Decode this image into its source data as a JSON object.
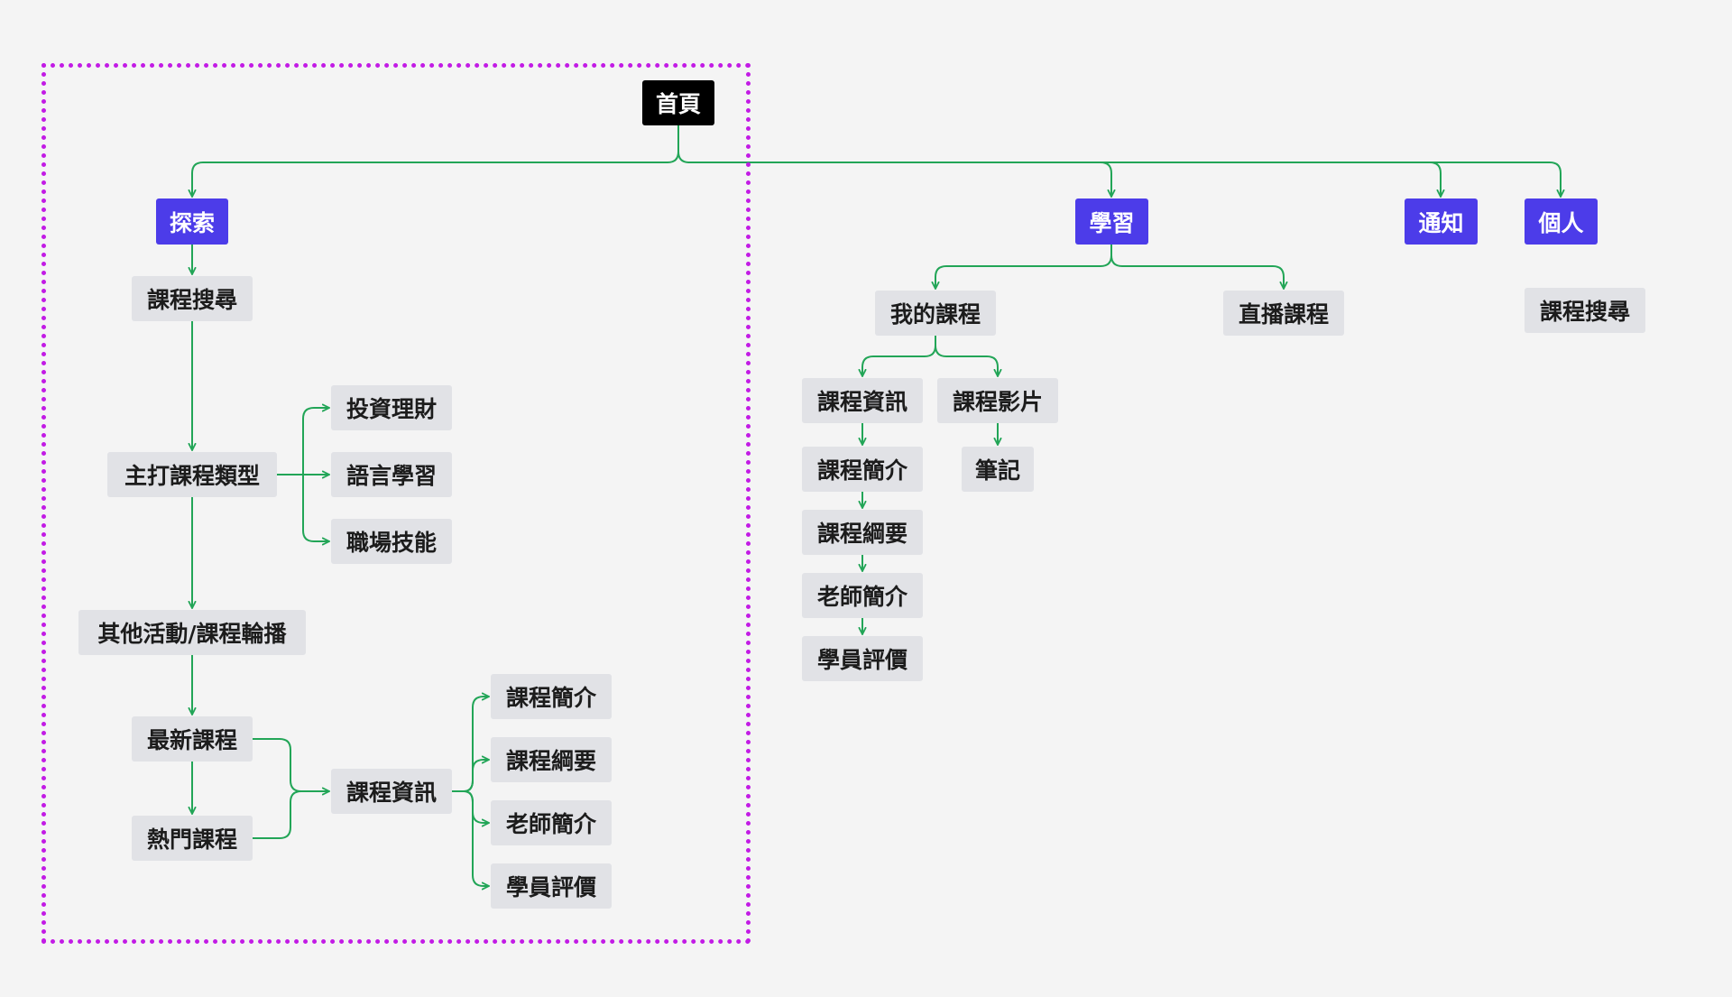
{
  "colors": {
    "background": "#f4f4f4",
    "root": "#000000",
    "primary": "#4c3ce9",
    "secondary": "#e1e2e6",
    "connector": "#22a557",
    "frame": "#c21be5"
  },
  "root": {
    "label": "首頁"
  },
  "explore": {
    "label": "探索",
    "course_search": "課程搜尋",
    "featured_types": "主打課程類型",
    "type_options": [
      "投資理財",
      "語言學習",
      "職場技能"
    ],
    "other_activities": "其他活動/課程輪播",
    "latest_courses": "最新課程",
    "popular_courses": "熱門課程",
    "course_info": "課程資訊",
    "course_info_items": [
      "課程簡介",
      "課程綱要",
      "老師簡介",
      "學員評價"
    ]
  },
  "learning": {
    "label": "學習",
    "my_courses": "我的課程",
    "live_courses": "直播課程",
    "course_info": "課程資訊",
    "course_info_items": [
      "課程簡介",
      "課程綱要",
      "老師簡介",
      "學員評價"
    ],
    "course_videos": "課程影片",
    "notes": "筆記"
  },
  "notifications": {
    "label": "通知"
  },
  "personal": {
    "label": "個人",
    "course_search": "課程搜尋"
  }
}
